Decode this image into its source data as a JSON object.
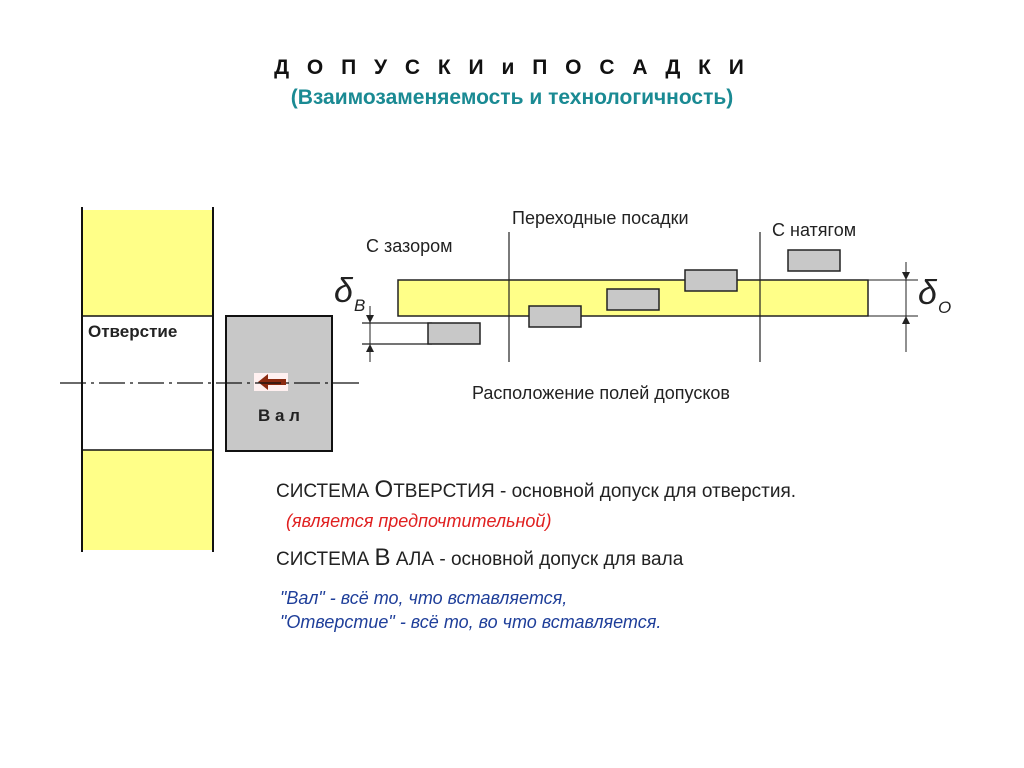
{
  "header": {
    "title": "Д О П У С К И   и   П О С А Д К И",
    "subtitle": "(Взаимозаменяемость и технологичность)"
  },
  "diagram": {
    "hole_label": "Отверстие",
    "shaft_label": "В а л",
    "clearance_label": "С зазором",
    "transition_label": "Переходные посадки",
    "interference_label": "С натягом",
    "delta_shaft_symbol": "δ",
    "delta_shaft_sub": "В",
    "delta_hole_symbol": "δ",
    "delta_hole_sub": "О",
    "caption": "Расположение полей допусков"
  },
  "text": {
    "hole_system_prefix": "СИСТЕМА ",
    "hole_system_big": "О",
    "hole_system_word": "ТВЕРСТИЯ",
    "hole_system_desc": " - основной допуск для отверстия.",
    "preferred_note": "(является предпочтительной)",
    "shaft_system_prefix": "СИСТЕМА ",
    "shaft_system_big": "В",
    "shaft_system_word": " АЛА",
    "shaft_system_desc": " - основной допуск для вала",
    "definition_shaft": "\"Вал\" - всё то, что вставляется,",
    "definition_hole": "\"Отверстие\" - всё то, во что вставляется."
  },
  "colors": {
    "hole_fill": "#ffff88",
    "shaft_fill": "#c8c8c8",
    "subtitle": "#1a8a93",
    "preferred": "#e02020",
    "note": "#1f3f9a",
    "arrow": "#8b2a10"
  }
}
